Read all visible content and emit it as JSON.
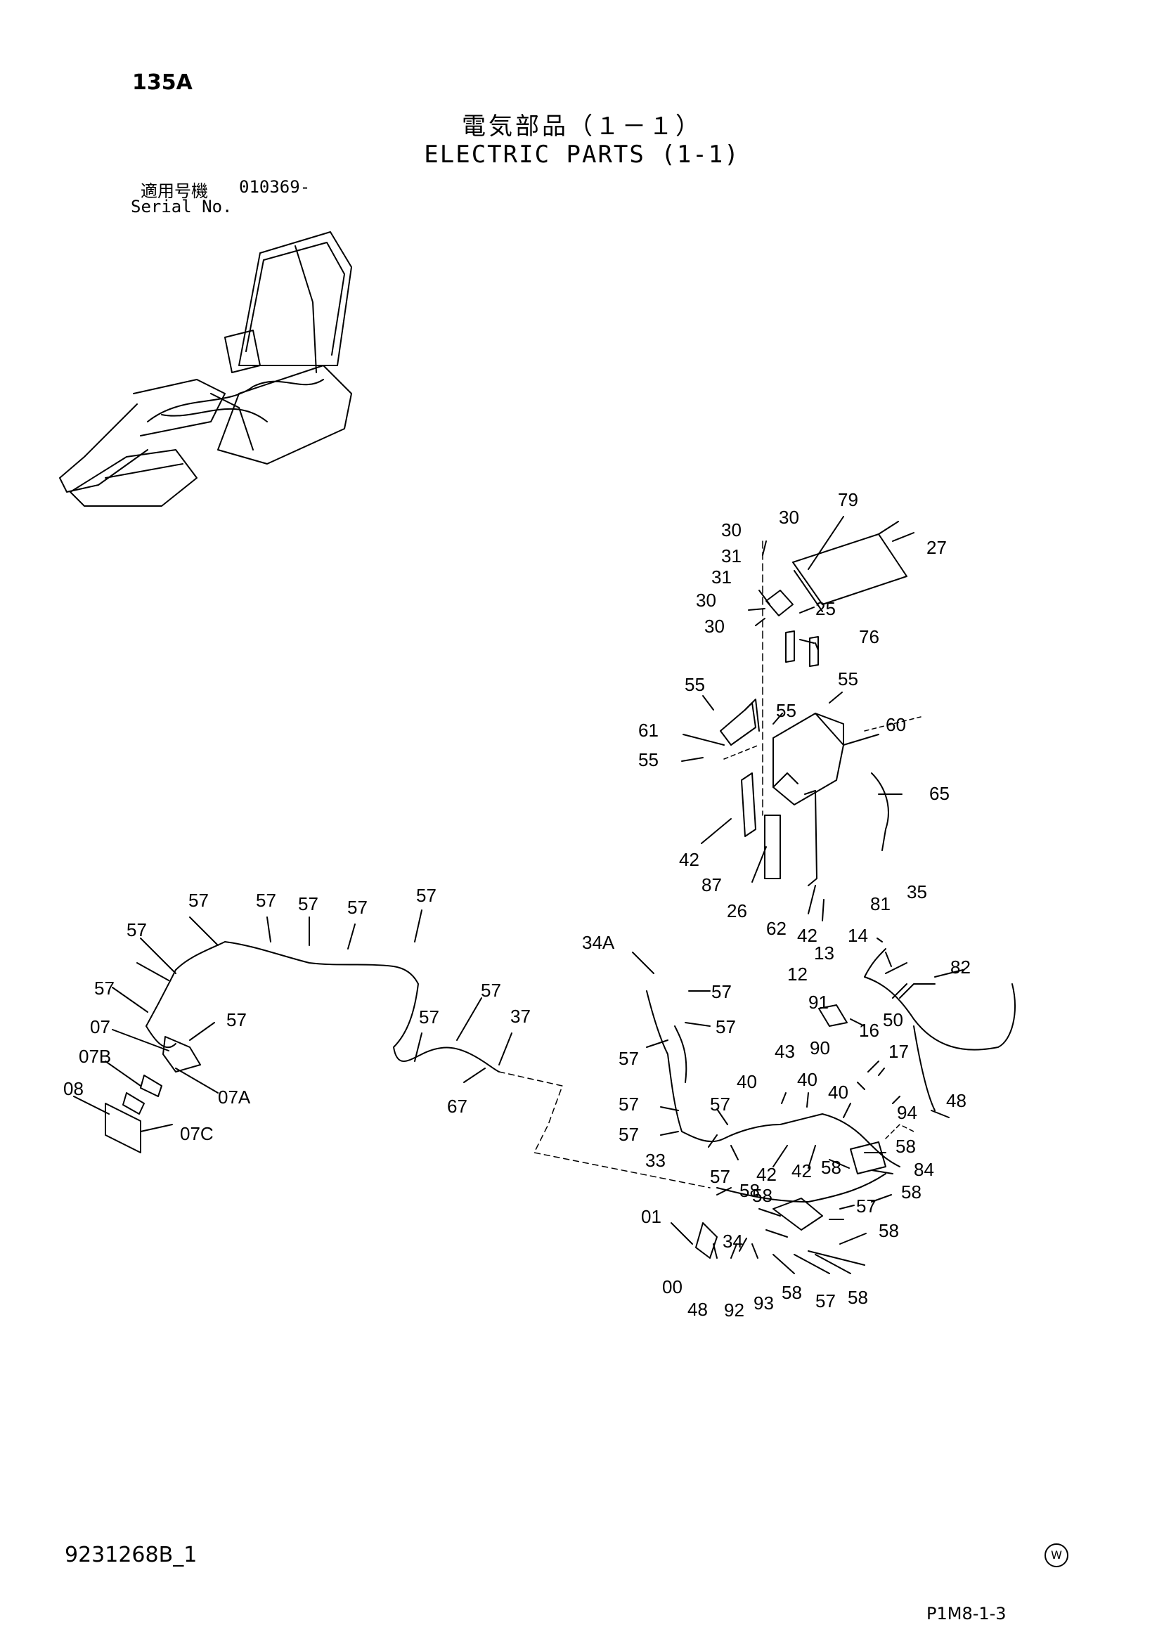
{
  "header": {
    "model": "135A",
    "title_jp": "電気部品（１－１）",
    "title_en": "ELECTRIC PARTS (1-1)",
    "serial_label_jp": "適用号機",
    "serial_value": "010369-",
    "serial_label_en": "Serial No."
  },
  "footer": {
    "drawing_no": "9231268B_1",
    "mark": "W",
    "page": "P1M8-1-3"
  },
  "callouts": [
    {
      "id": "c1",
      "text": "79"
    },
    {
      "id": "c2",
      "text": "30"
    },
    {
      "id": "c3",
      "text": "30"
    },
    {
      "id": "c4",
      "text": "27"
    },
    {
      "id": "c5",
      "text": "31"
    },
    {
      "id": "c6",
      "text": "31"
    },
    {
      "id": "c7",
      "text": "30"
    },
    {
      "id": "c8",
      "text": "25"
    },
    {
      "id": "c9",
      "text": "30"
    },
    {
      "id": "c10",
      "text": "76"
    },
    {
      "id": "c11",
      "text": "55"
    },
    {
      "id": "c12",
      "text": "55"
    },
    {
      "id": "c13",
      "text": "55"
    },
    {
      "id": "c14",
      "text": "60"
    },
    {
      "id": "c15",
      "text": "61"
    },
    {
      "id": "c16",
      "text": "55"
    },
    {
      "id": "c17",
      "text": "65"
    },
    {
      "id": "c18",
      "text": "42"
    },
    {
      "id": "c19",
      "text": "87"
    },
    {
      "id": "c20",
      "text": "26"
    },
    {
      "id": "c21",
      "text": "62"
    },
    {
      "id": "c22",
      "text": "42"
    },
    {
      "id": "c23",
      "text": "81"
    },
    {
      "id": "c24",
      "text": "35"
    },
    {
      "id": "c25",
      "text": "14"
    },
    {
      "id": "c26",
      "text": "13"
    },
    {
      "id": "c27",
      "text": "12"
    },
    {
      "id": "c28",
      "text": "82"
    },
    {
      "id": "c29",
      "text": "34A"
    },
    {
      "id": "c30",
      "text": "57"
    },
    {
      "id": "c31",
      "text": "57"
    },
    {
      "id": "c32",
      "text": "57"
    },
    {
      "id": "c33",
      "text": "91"
    },
    {
      "id": "c34",
      "text": "16"
    },
    {
      "id": "c35",
      "text": "50"
    },
    {
      "id": "c36",
      "text": "90"
    },
    {
      "id": "c37",
      "text": "17"
    },
    {
      "id": "c38",
      "text": "43"
    },
    {
      "id": "c39",
      "text": "40"
    },
    {
      "id": "c40",
      "text": "40"
    },
    {
      "id": "c41",
      "text": "40"
    },
    {
      "id": "c42",
      "text": "48"
    },
    {
      "id": "c43",
      "text": "57"
    },
    {
      "id": "c44",
      "text": "57"
    },
    {
      "id": "c45",
      "text": "94"
    },
    {
      "id": "c46",
      "text": "57"
    },
    {
      "id": "c47",
      "text": "33"
    },
    {
      "id": "c48",
      "text": "58"
    },
    {
      "id": "c49",
      "text": "84"
    },
    {
      "id": "c50",
      "text": "57"
    },
    {
      "id": "c51",
      "text": "42"
    },
    {
      "id": "c52",
      "text": "42"
    },
    {
      "id": "c53",
      "text": "58"
    },
    {
      "id": "c54",
      "text": "58"
    },
    {
      "id": "c55",
      "text": "58"
    },
    {
      "id": "c56",
      "text": "57"
    },
    {
      "id": "c57",
      "text": "01"
    },
    {
      "id": "c58",
      "text": "58"
    },
    {
      "id": "c59",
      "text": "34"
    },
    {
      "id": "c60",
      "text": "58"
    },
    {
      "id": "c61",
      "text": "00"
    },
    {
      "id": "c62",
      "text": "48"
    },
    {
      "id": "c63",
      "text": "92"
    },
    {
      "id": "c64",
      "text": "93"
    },
    {
      "id": "c65",
      "text": "58"
    },
    {
      "id": "c66",
      "text": "57"
    },
    {
      "id": "c67",
      "text": "58"
    },
    {
      "id": "c68",
      "text": "57"
    },
    {
      "id": "c69",
      "text": "57"
    },
    {
      "id": "c70",
      "text": "57"
    },
    {
      "id": "c71",
      "text": "57"
    },
    {
      "id": "c72",
      "text": "57"
    },
    {
      "id": "c73",
      "text": "57"
    },
    {
      "id": "c74",
      "text": "57"
    },
    {
      "id": "c75",
      "text": "57"
    },
    {
      "id": "c76",
      "text": "57"
    },
    {
      "id": "c77",
      "text": "07"
    },
    {
      "id": "c78",
      "text": "57"
    },
    {
      "id": "c79",
      "text": "37"
    },
    {
      "id": "c80",
      "text": "07B"
    },
    {
      "id": "c81",
      "text": "07A"
    },
    {
      "id": "c82",
      "text": "08"
    },
    {
      "id": "c83",
      "text": "07C"
    },
    {
      "id": "c84",
      "text": "67"
    }
  ]
}
